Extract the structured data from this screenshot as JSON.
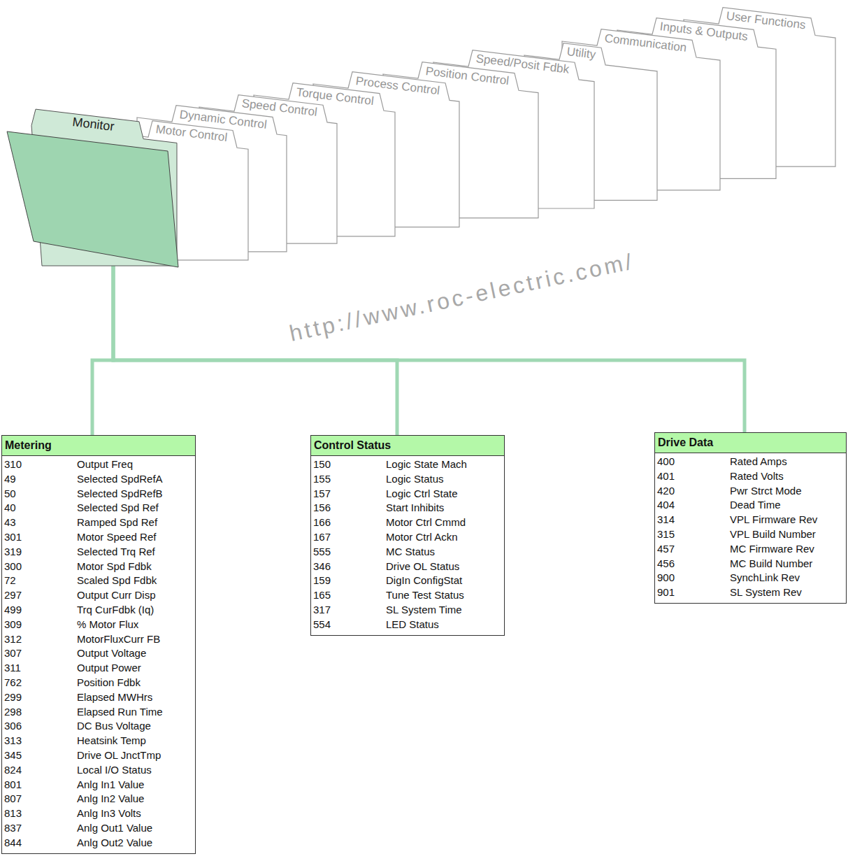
{
  "diagram": {
    "nodes": [
      {
        "text": [
          "Monitor"
        ]
      },
      {
        "text": [
          "Motor Control"
        ]
      },
      {
        "text": [
          "Dynamic Control"
        ]
      },
      {
        "text": [
          "Speed Control"
        ]
      },
      {
        "text": [
          "Torque Control"
        ]
      },
      {
        "text": [
          "Process Control"
        ]
      },
      {
        "text": [
          "Position Control"
        ]
      },
      {
        "text": [
          "Speed/Posit Fdbk"
        ]
      },
      {
        "text": [
          "Utility"
        ]
      },
      {
        "text": [
          "Communication"
        ]
      },
      {
        "text": [
          "Inputs & Outputs"
        ]
      },
      {
        "text": [
          "User Functions"
        ]
      },
      {
        "text": [
          "Metering",
          "310",
          "Output Freq",
          "49",
          "Selected SpdRefA",
          "50",
          "Selected SpdRefB",
          "40",
          "Selected Spd Ref",
          "43",
          "Ramped Spd Ref",
          "301",
          "Motor Speed Ref",
          "319",
          "Selected Trq Ref",
          "300",
          "Motor Spd Fdbk",
          "72",
          "Scaled Spd Fdbk",
          "297",
          "Output Curr Disp",
          "499",
          "Trq CurFdbk (Iq)",
          "309",
          "% Motor Flux",
          "312",
          "MotorFluxCurr FB",
          "307",
          "Output Voltage",
          "311",
          "Output Power",
          "762",
          "Position Fdbk",
          "299",
          "Elapsed MWHrs",
          "298",
          "Elapsed Run Time",
          "306",
          "DC Bus Voltage",
          "313",
          "Heatsink Temp",
          "345",
          "Drive OL JnctTmp",
          "824",
          "Local I/O Status",
          "801",
          "Anlg In1 Value",
          "807",
          "Anlg In2 Value",
          "813",
          "Anlg In3 Volts",
          "837",
          "Anlg Out1 Value",
          "844",
          "Anlg Out2 Value"
        ]
      },
      {
        "text": [
          "Control Status",
          "150",
          "Logic State Mach",
          "155",
          "Logic Status",
          "157",
          "Logic Ctrl State",
          "156",
          "Start Inhibits",
          "166",
          "Motor Ctrl Cmmd",
          "167",
          "Motor Ctrl Ackn",
          "555",
          "MC Status",
          "346",
          "Drive OL Status",
          "159",
          "DigIn ConfigStat",
          "165",
          "Tune Test Status",
          "317",
          "SL System Time",
          "554",
          "LED Status"
        ]
      },
      {
        "text": [
          "Drive Data",
          "400",
          "Rated Amps",
          "401",
          "Rated Volts",
          "420",
          "Pwr Strct Mode",
          "404",
          "Dead Time",
          "314",
          "VPL Firmware Rev",
          "315",
          "VPL Build Number",
          "457",
          "MC Firmware Rev",
          "456",
          "MC Build Number",
          "900",
          "SynchLink Rev",
          "901",
          "SL System Rev"
        ]
      }
    ],
    "edges": [
      {
        "from": 0,
        "to": 12,
        "arrow": "none"
      },
      {
        "from": 0,
        "to": 13,
        "arrow": "none"
      },
      {
        "from": 0,
        "to": 14,
        "arrow": "none"
      }
    ],
    "labels": [
      "http://www.roc-electric.com/"
    ]
  }
}
